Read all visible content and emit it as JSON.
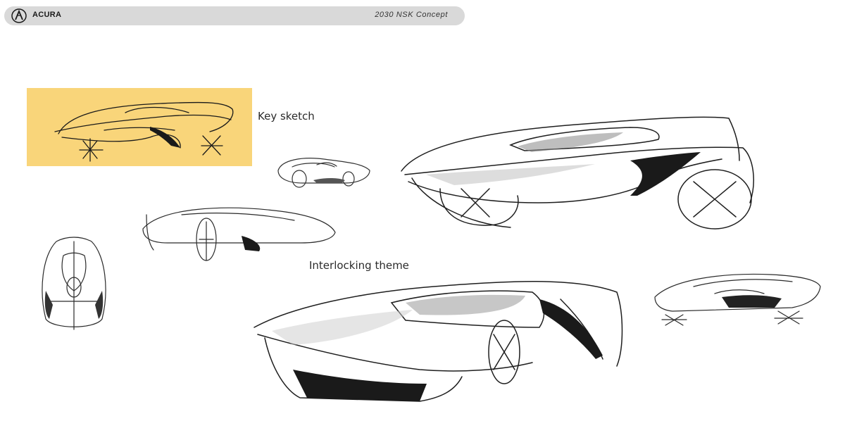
{
  "header": {
    "brand": "ACURA",
    "concept": "2030 NSK Concept",
    "logo_icon": "acura-logo-icon",
    "bar_color": "#d9d9d9"
  },
  "labels": {
    "key_sketch": "Key sketch",
    "interlocking_theme": "Interlocking theme"
  },
  "colors": {
    "key_panel": "#f9d57a",
    "ink": "#1a1a1a"
  }
}
